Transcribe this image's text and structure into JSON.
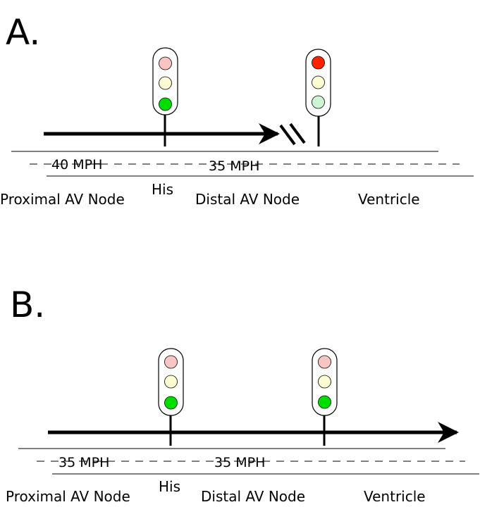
{
  "panels": [
    {
      "label": "A.",
      "speeds": [
        "40 MPH",
        "35 MPH"
      ],
      "locations": [
        "Proximal AV Node",
        "His",
        "Distal AV Node",
        "Ventricle"
      ],
      "signals": [
        {
          "name": "his-signal",
          "active": "green"
        },
        {
          "name": "distal-signal",
          "active": "red"
        }
      ],
      "blocked": true
    },
    {
      "label": "B.",
      "speeds": [
        "35 MPH",
        "35 MPH"
      ],
      "locations": [
        "Proximal AV Node",
        "His",
        "Distal AV Node",
        "Ventricle"
      ],
      "signals": [
        {
          "name": "his-signal",
          "active": "green"
        },
        {
          "name": "distal-signal",
          "active": "green"
        }
      ],
      "blocked": false
    }
  ],
  "colors": {
    "red_on": "#ff2200",
    "red_off": "#f9c5c3",
    "yellow_off": "#fdfbd2",
    "green_on": "#00dd00",
    "green_off": "#cdf5d3"
  }
}
